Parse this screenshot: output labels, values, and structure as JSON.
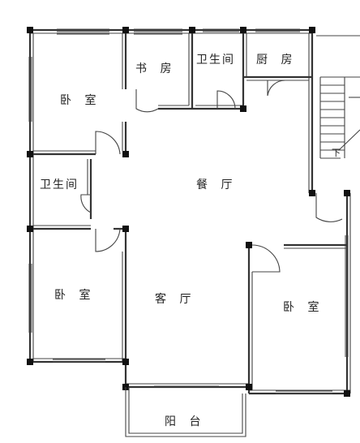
{
  "rooms": {
    "bedroom_nw": "卧 室",
    "study": "书 房",
    "bathroom_top": "卫生间",
    "kitchen": "厨 房",
    "bathroom_left": "卫生间",
    "dining": "餐 厅",
    "bedroom_sw": "卧 室",
    "living": "客 厅",
    "bedroom_se": "卧 室",
    "balcony": "阳 台"
  },
  "stairs": {
    "direction_label": "下"
  }
}
